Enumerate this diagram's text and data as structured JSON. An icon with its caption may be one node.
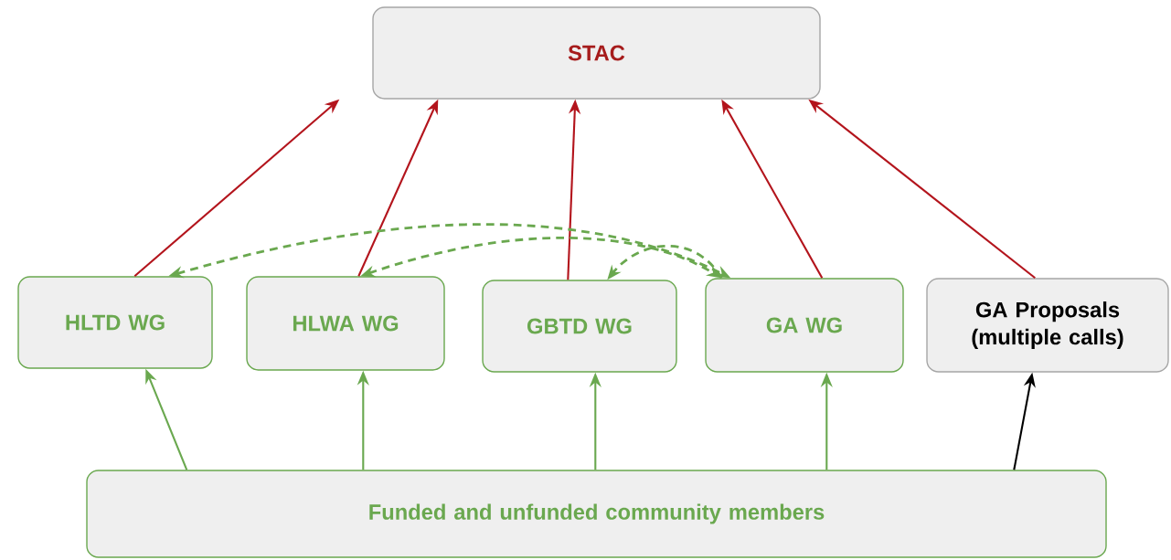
{
  "diagram": {
    "nodes": [
      {
        "text": [
          "STAC"
        ]
      },
      {
        "text": [
          "HLTD WG"
        ]
      },
      {
        "text": [
          "HLWA WG"
        ]
      },
      {
        "text": [
          "GBTD WG"
        ]
      },
      {
        "text": [
          "GA WG"
        ]
      },
      {
        "text": [
          "GA Proposals (multiple calls)"
        ]
      },
      {
        "text": [
          "Funded and unfunded community members"
        ]
      }
    ],
    "edges": [
      {
        "from": 1,
        "to": 0,
        "arrow": "to",
        "color": "#b3141c"
      },
      {
        "from": 2,
        "to": 0,
        "arrow": "to",
        "color": "#b3141c"
      },
      {
        "from": 3,
        "to": 0,
        "arrow": "to",
        "color": "#b3141c"
      },
      {
        "from": 4,
        "to": 0,
        "arrow": "to",
        "color": "#b3141c"
      },
      {
        "from": 5,
        "to": 0,
        "arrow": "to",
        "color": "#b3141c"
      },
      {
        "from": 6,
        "to": 1,
        "arrow": "to"
      },
      {
        "from": 6,
        "to": 2,
        "arrow": "to"
      },
      {
        "from": 6,
        "to": 3,
        "arrow": "to"
      },
      {
        "from": 6,
        "to": 4,
        "arrow": "to"
      },
      {
        "from": 6,
        "to": 5,
        "arrow": "to",
        "color": "#000000"
      },
      {
        "from": 1,
        "to": 4,
        "arrow": "both",
        "style": "dashed"
      },
      {
        "from": 2,
        "to": 4,
        "arrow": "both",
        "style": "dashed"
      },
      {
        "from": 4,
        "to": 3,
        "arrow": "to",
        "style": "dashed"
      }
    ]
  }
}
